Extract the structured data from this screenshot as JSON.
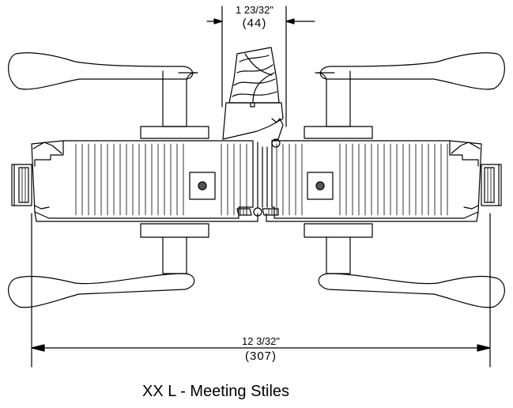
{
  "drawing": {
    "top_dimension": {
      "imperial": "1 23/32\"",
      "metric": "(44)"
    },
    "bottom_dimension": {
      "imperial": "12 3/32\"",
      "metric": "(307)"
    },
    "caption": "XX L  - Meeting Stiles"
  }
}
